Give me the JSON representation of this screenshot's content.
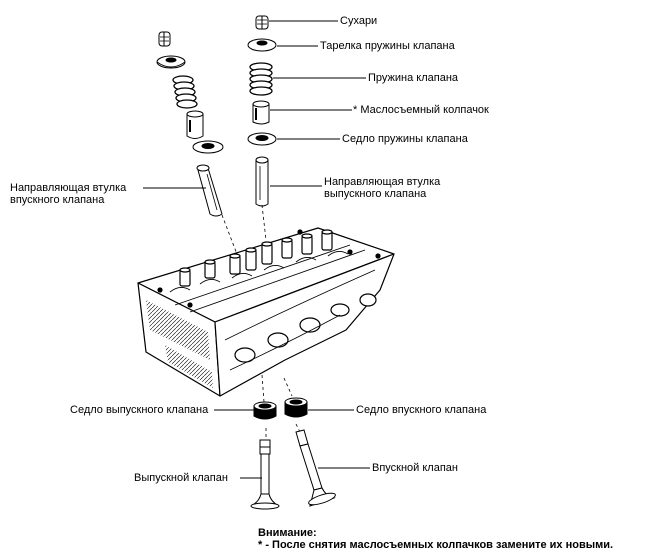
{
  "labels": {
    "keepers": "Сухари",
    "spring_retainer": "Тарелка пружины клапана",
    "valve_spring": "Пружина клапана",
    "valve_seal": "* Маслосъемный колпачок",
    "spring_seat": "Седло пружины клапана",
    "exhaust_guide_line1": "Направляющая втулка",
    "exhaust_guide_line2": "выпускного клапана",
    "intake_guide_line1": "Направляющая втулка",
    "intake_guide_line2": "впускного клапана",
    "exhaust_seat": "Седло выпускного клапана",
    "intake_seat": "Седло впускного клапана",
    "exhaust_valve": "Выпускной клапан",
    "intake_valve": "Впускной клапан"
  },
  "note": {
    "title": "Внимание:",
    "text": "* - После снятия маслосъемных колпачков замените их новыми."
  }
}
